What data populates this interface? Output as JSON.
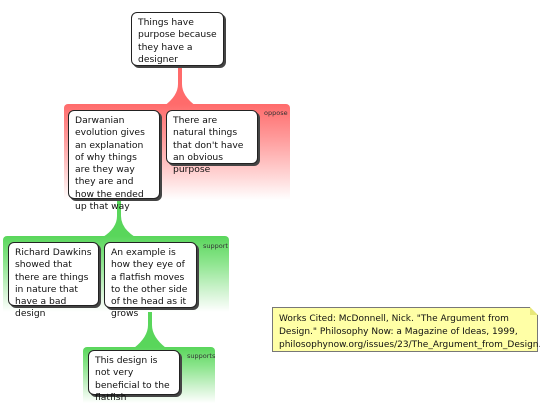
{
  "root": {
    "text": "Things have purpose because they have a designer"
  },
  "oppose_group": {
    "label": "oppose",
    "items": [
      {
        "text": "Darwanian evolution gives an explanation of why things are they way they are and how the ended up that way"
      },
      {
        "text": "There are natural things that don't have an obvious purpose"
      }
    ]
  },
  "support_group": {
    "label": "support",
    "items": [
      {
        "text": "Richard Dawkins showed that there are things in nature that have a bad design"
      },
      {
        "text": "An example is how they eye of a flatfish moves to the other side of the head as it grows"
      }
    ]
  },
  "supports_group": {
    "label": "supports",
    "items": [
      {
        "text": "This design is not very beneficial to the flatfish"
      }
    ]
  },
  "note": {
    "text": "Works Cited: McDonnell, Nick. \"The Argument from Design.\" Philosophy Now: a Magazine of Ideas, 1999, philosophynow.org/issues/23/The_Argument_from_Design."
  },
  "colors": {
    "oppose": "#ff6b6b",
    "support": "#59d65b",
    "note": "#ffffa6"
  }
}
